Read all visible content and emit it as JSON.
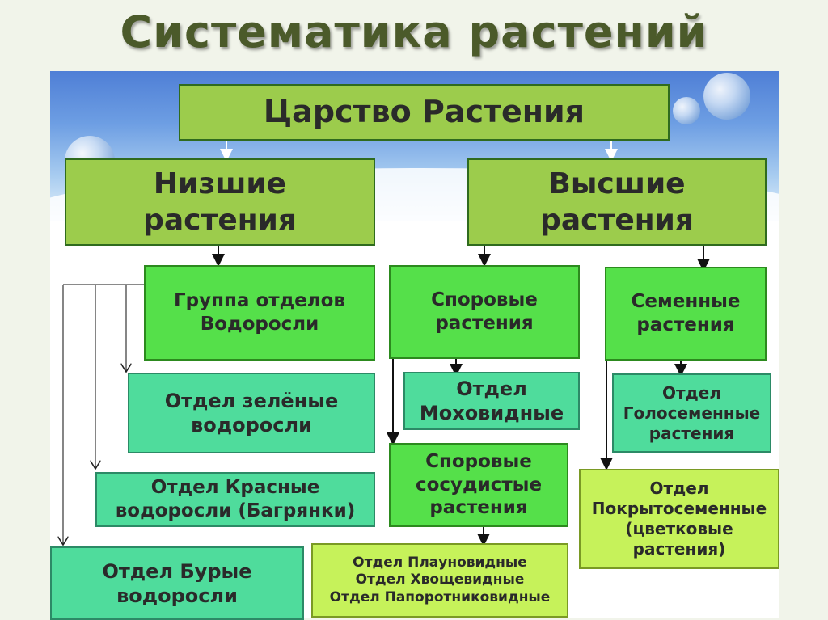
{
  "title": "Систематика растений",
  "kingdom": "Царство Растения",
  "lower": {
    "line1": "Низшие",
    "line2": "растения"
  },
  "higher": {
    "line1": "Высшие",
    "line2": "растения"
  },
  "algae_group": {
    "line1": "Группа отделов",
    "line2": "Водоросли"
  },
  "spore": {
    "line1": "Споровые",
    "line2": "растения"
  },
  "seed": {
    "line1": "Семенные",
    "line2": "растения"
  },
  "green_algae": {
    "line1": "Отдел зелёные",
    "line2": "водоросли"
  },
  "red_algae": {
    "line1": "Отдел Красные",
    "line2": "водоросли (Багрянки)"
  },
  "brown_algae": {
    "line1": "Отдел Бурые",
    "line2": "водоросли"
  },
  "mosses": {
    "line1": "Отдел",
    "line2": "Моховидные"
  },
  "vascular_spore": {
    "line1": "Споровые",
    "line2": "сосудистые",
    "line3": "растения"
  },
  "ferns_group": {
    "line1": "Отдел Плауновидные",
    "line2": "Отдел Хвощевидные",
    "line3": "Отдел Папоротниковидные"
  },
  "gymnosperms": {
    "line1": "Отдел",
    "line2": "Голосеменные",
    "line3": "растения"
  },
  "angiosperms": {
    "line1": "Отдел",
    "line2": "Покрытосеменные",
    "line3": "(цветковые",
    "line4": "растения)"
  },
  "colors": {
    "title": "#4b5a2a",
    "box_dark": "#9ccc4c",
    "box_bright": "#55e04a",
    "box_teal": "#4fdc9c",
    "box_yellow": "#c6f25a"
  }
}
